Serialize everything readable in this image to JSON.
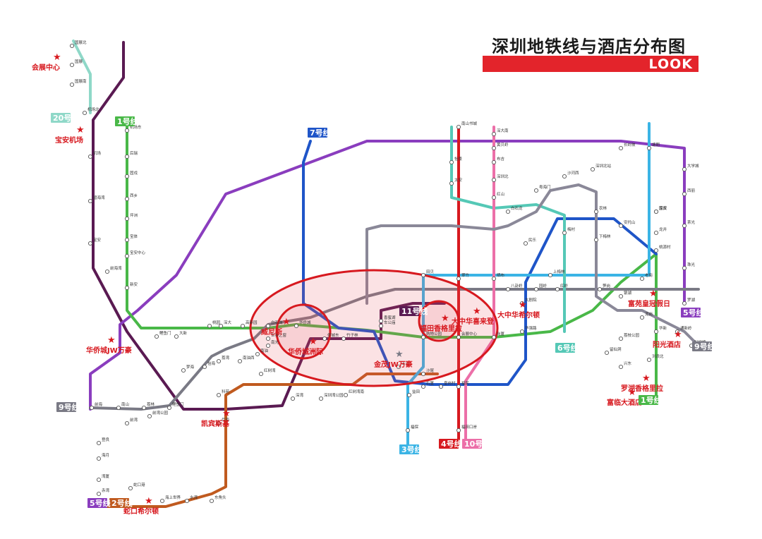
{
  "title": "深圳地铁线与酒店分布图",
  "logo": "LOOK",
  "lines": [
    {
      "id": "1",
      "label": "1号线",
      "color": "#49b848"
    },
    {
      "id": "2",
      "label": "2号线",
      "color": "#c05a1f"
    },
    {
      "id": "3",
      "label": "3号线",
      "color": "#3bb4e5"
    },
    {
      "id": "4",
      "label": "4号线",
      "color": "#d7191f"
    },
    {
      "id": "5",
      "label": "5号线",
      "color": "#8a3dbe"
    },
    {
      "id": "6",
      "label": "6号线",
      "color": "#55c8b6"
    },
    {
      "id": "7",
      "label": "7号线",
      "color": "#1f55c8"
    },
    {
      "id": "9",
      "label": "9号线",
      "color": "#7a7a85"
    },
    {
      "id": "10",
      "label": "10号线",
      "color": "#ec6fa8"
    },
    {
      "id": "11",
      "label": "11号线",
      "color": "#5a1a52"
    },
    {
      "id": "20",
      "label": "20号线",
      "color": "#8fd8c8"
    }
  ],
  "stations": [
    "国展北",
    "国展",
    "国展南",
    "机场北",
    "机场东",
    "机场",
    "碧海湾",
    "宝安",
    "后瑞",
    "固戍",
    "西乡",
    "坪洲",
    "宝体",
    "宝安中心",
    "新安",
    "前海湾",
    "鲤鱼门",
    "大新",
    "桃园",
    "深大",
    "高新园",
    "白石洲",
    "世界之窗",
    "华侨城",
    "侨城东",
    "竹子林",
    "车公庙",
    "香蜜湖",
    "购物公园",
    "会展中心",
    "岗厦",
    "华强路",
    "大剧院",
    "老街",
    "国贸",
    "罗湖",
    "福田口岸",
    "上沙",
    "沙尾",
    "石厦",
    "皇岗村",
    "福民",
    "益田",
    "福保",
    "蛇口港",
    "海上世界",
    "水湾",
    "东角头",
    "赤湾",
    "湾厦",
    "海月",
    "登良",
    "后海",
    "科苑",
    "红树湾",
    "深湾",
    "深圳湾公园",
    "红树湾南",
    "前海",
    "南山",
    "荔林",
    "鲤鱼门",
    "前湾",
    "前湾公园",
    "梦海",
    "怡海",
    "荔湾",
    "南油西",
    "南油",
    "南光",
    "南山书城",
    "深大南",
    "粤海门",
    "沙河西",
    "深圳北站",
    "长岭陂",
    "塘朗",
    "大学城",
    "西丽",
    "茶光",
    "珠光",
    "龙井",
    "桃源村",
    "深云",
    "安托山",
    "农林",
    "下梅林",
    "梅村",
    "上梅林",
    "民乐",
    "白石龙",
    "红山",
    "深圳北",
    "布吉",
    "黄贝岭",
    "怡景",
    "太安",
    "田贝",
    "翠竹",
    "晒布",
    "八卦岭",
    "园岭",
    "红岭",
    "笋岗",
    "银湖",
    "泥岗",
    "华新",
    "通新岭",
    "科学馆",
    "荔枝公园",
    "留仙洞",
    "兴东",
    "洪浪北",
    "灵芝",
    "翻身",
    "宝华",
    "临海",
    "碧头"
  ],
  "hotels": [
    {
      "name": "会展中心"
    },
    {
      "name": "宝安机场"
    },
    {
      "name": "华侨城JW万豪"
    },
    {
      "name": "威尼斯"
    },
    {
      "name": "华侨城洲际"
    },
    {
      "name": "金茂JW万豪"
    },
    {
      "name": "福田香格里拉"
    },
    {
      "name": "大中华喜来登"
    },
    {
      "name": "大中华希尔顿"
    },
    {
      "name": "富苑皇冠假日"
    },
    {
      "name": "阳光酒店"
    },
    {
      "name": "罗湖香格里拉"
    },
    {
      "name": "富临大酒店"
    },
    {
      "name": "凯宾斯基"
    },
    {
      "name": "蛇口希尔顿"
    }
  ]
}
